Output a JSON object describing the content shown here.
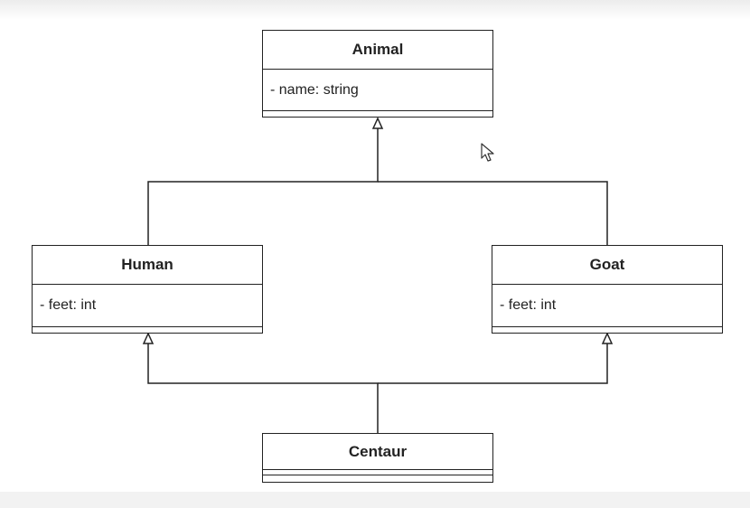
{
  "diagram": {
    "classes": [
      {
        "id": "animal",
        "name": "Animal",
        "attributes": [
          "- name: string"
        ]
      },
      {
        "id": "human",
        "name": "Human",
        "attributes": [
          "- feet: int"
        ]
      },
      {
        "id": "goat",
        "name": "Goat",
        "attributes": [
          "- feet: int"
        ]
      },
      {
        "id": "centaur",
        "name": "Centaur",
        "attributes": []
      }
    ],
    "relations": [
      {
        "type": "generalization",
        "from": "Human",
        "to": "Animal"
      },
      {
        "type": "generalization",
        "from": "Goat",
        "to": "Animal"
      },
      {
        "type": "generalization",
        "from": "Centaur",
        "to": "Human"
      },
      {
        "type": "generalization",
        "from": "Centaur",
        "to": "Goat"
      }
    ]
  },
  "colors": {
    "line": "#222222",
    "background": "#ffffff"
  },
  "icons": {
    "pointer": "mouse-pointer-icon"
  }
}
